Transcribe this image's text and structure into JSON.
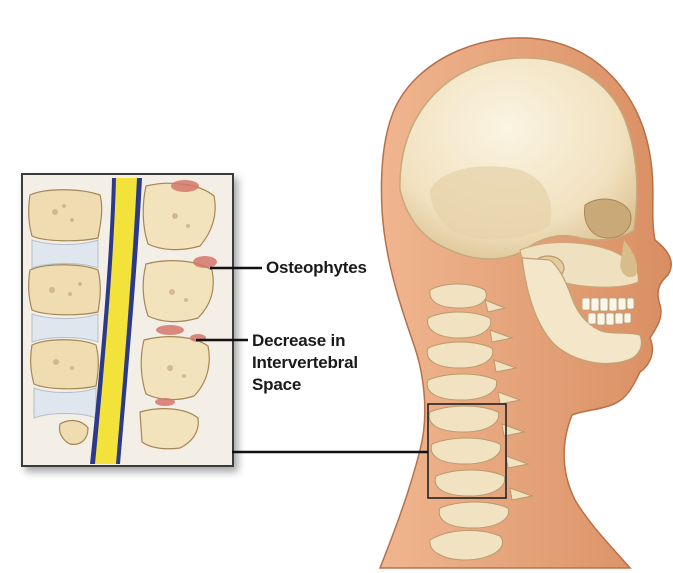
{
  "labels": {
    "osteophytes": "Osteophytes",
    "decrease_line1": "Decrease in",
    "decrease_line2": "Intervertebral",
    "decrease_line3": "Space"
  },
  "colors": {
    "skin": "#e6a37c",
    "skin_shadow": "#c9855e",
    "bone": "#f3e6c8",
    "bone_shadow": "#d8c39a",
    "spinal_cord": "#f2e23a",
    "cord_outline": "#2d3a8c",
    "inset_bg": "#f4efe6",
    "inset_frame": "#3a3a3a",
    "leader_line": "#111111"
  }
}
